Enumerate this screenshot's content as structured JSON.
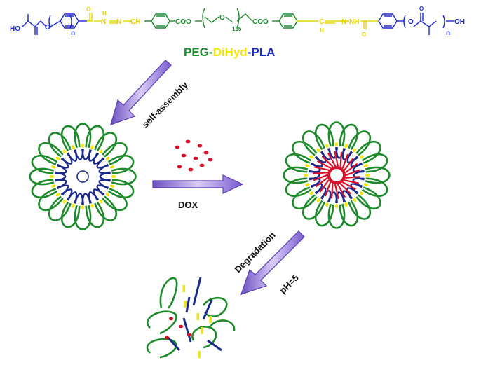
{
  "colors": {
    "peg": "#1e8a2c",
    "hyd": "#f2e600",
    "pla": "#1a2ad0",
    "pla_core": "#1a2a8c",
    "dox": "#d8102a",
    "arrow": "#a98be0"
  },
  "formula": {
    "ho_left": "HO",
    "o_left": "O",
    "n_left": "n",
    "hyd_left_nh": "N",
    "hyd_left_h": "H",
    "hyd_left_n2": "N",
    "hyd_left_ch": "CH",
    "coo_left": "COO",
    "peg_repeat": "135",
    "coo_right": "COO",
    "hyd_right_c": "C",
    "hyd_right_h": "H",
    "hyd_right_n": "N",
    "hyd_right_nh": "NH",
    "n_right": "n",
    "oh_right": "OH"
  },
  "title": {
    "peg": "PEG",
    "sep1": "-",
    "hyd": "DiHyd",
    "sep2": "-",
    "pla": "PLA"
  },
  "labels": {
    "self_assembly": "self-assembly",
    "dox": "DOX",
    "degradation": "Degradation",
    "ph": "pH=5"
  }
}
